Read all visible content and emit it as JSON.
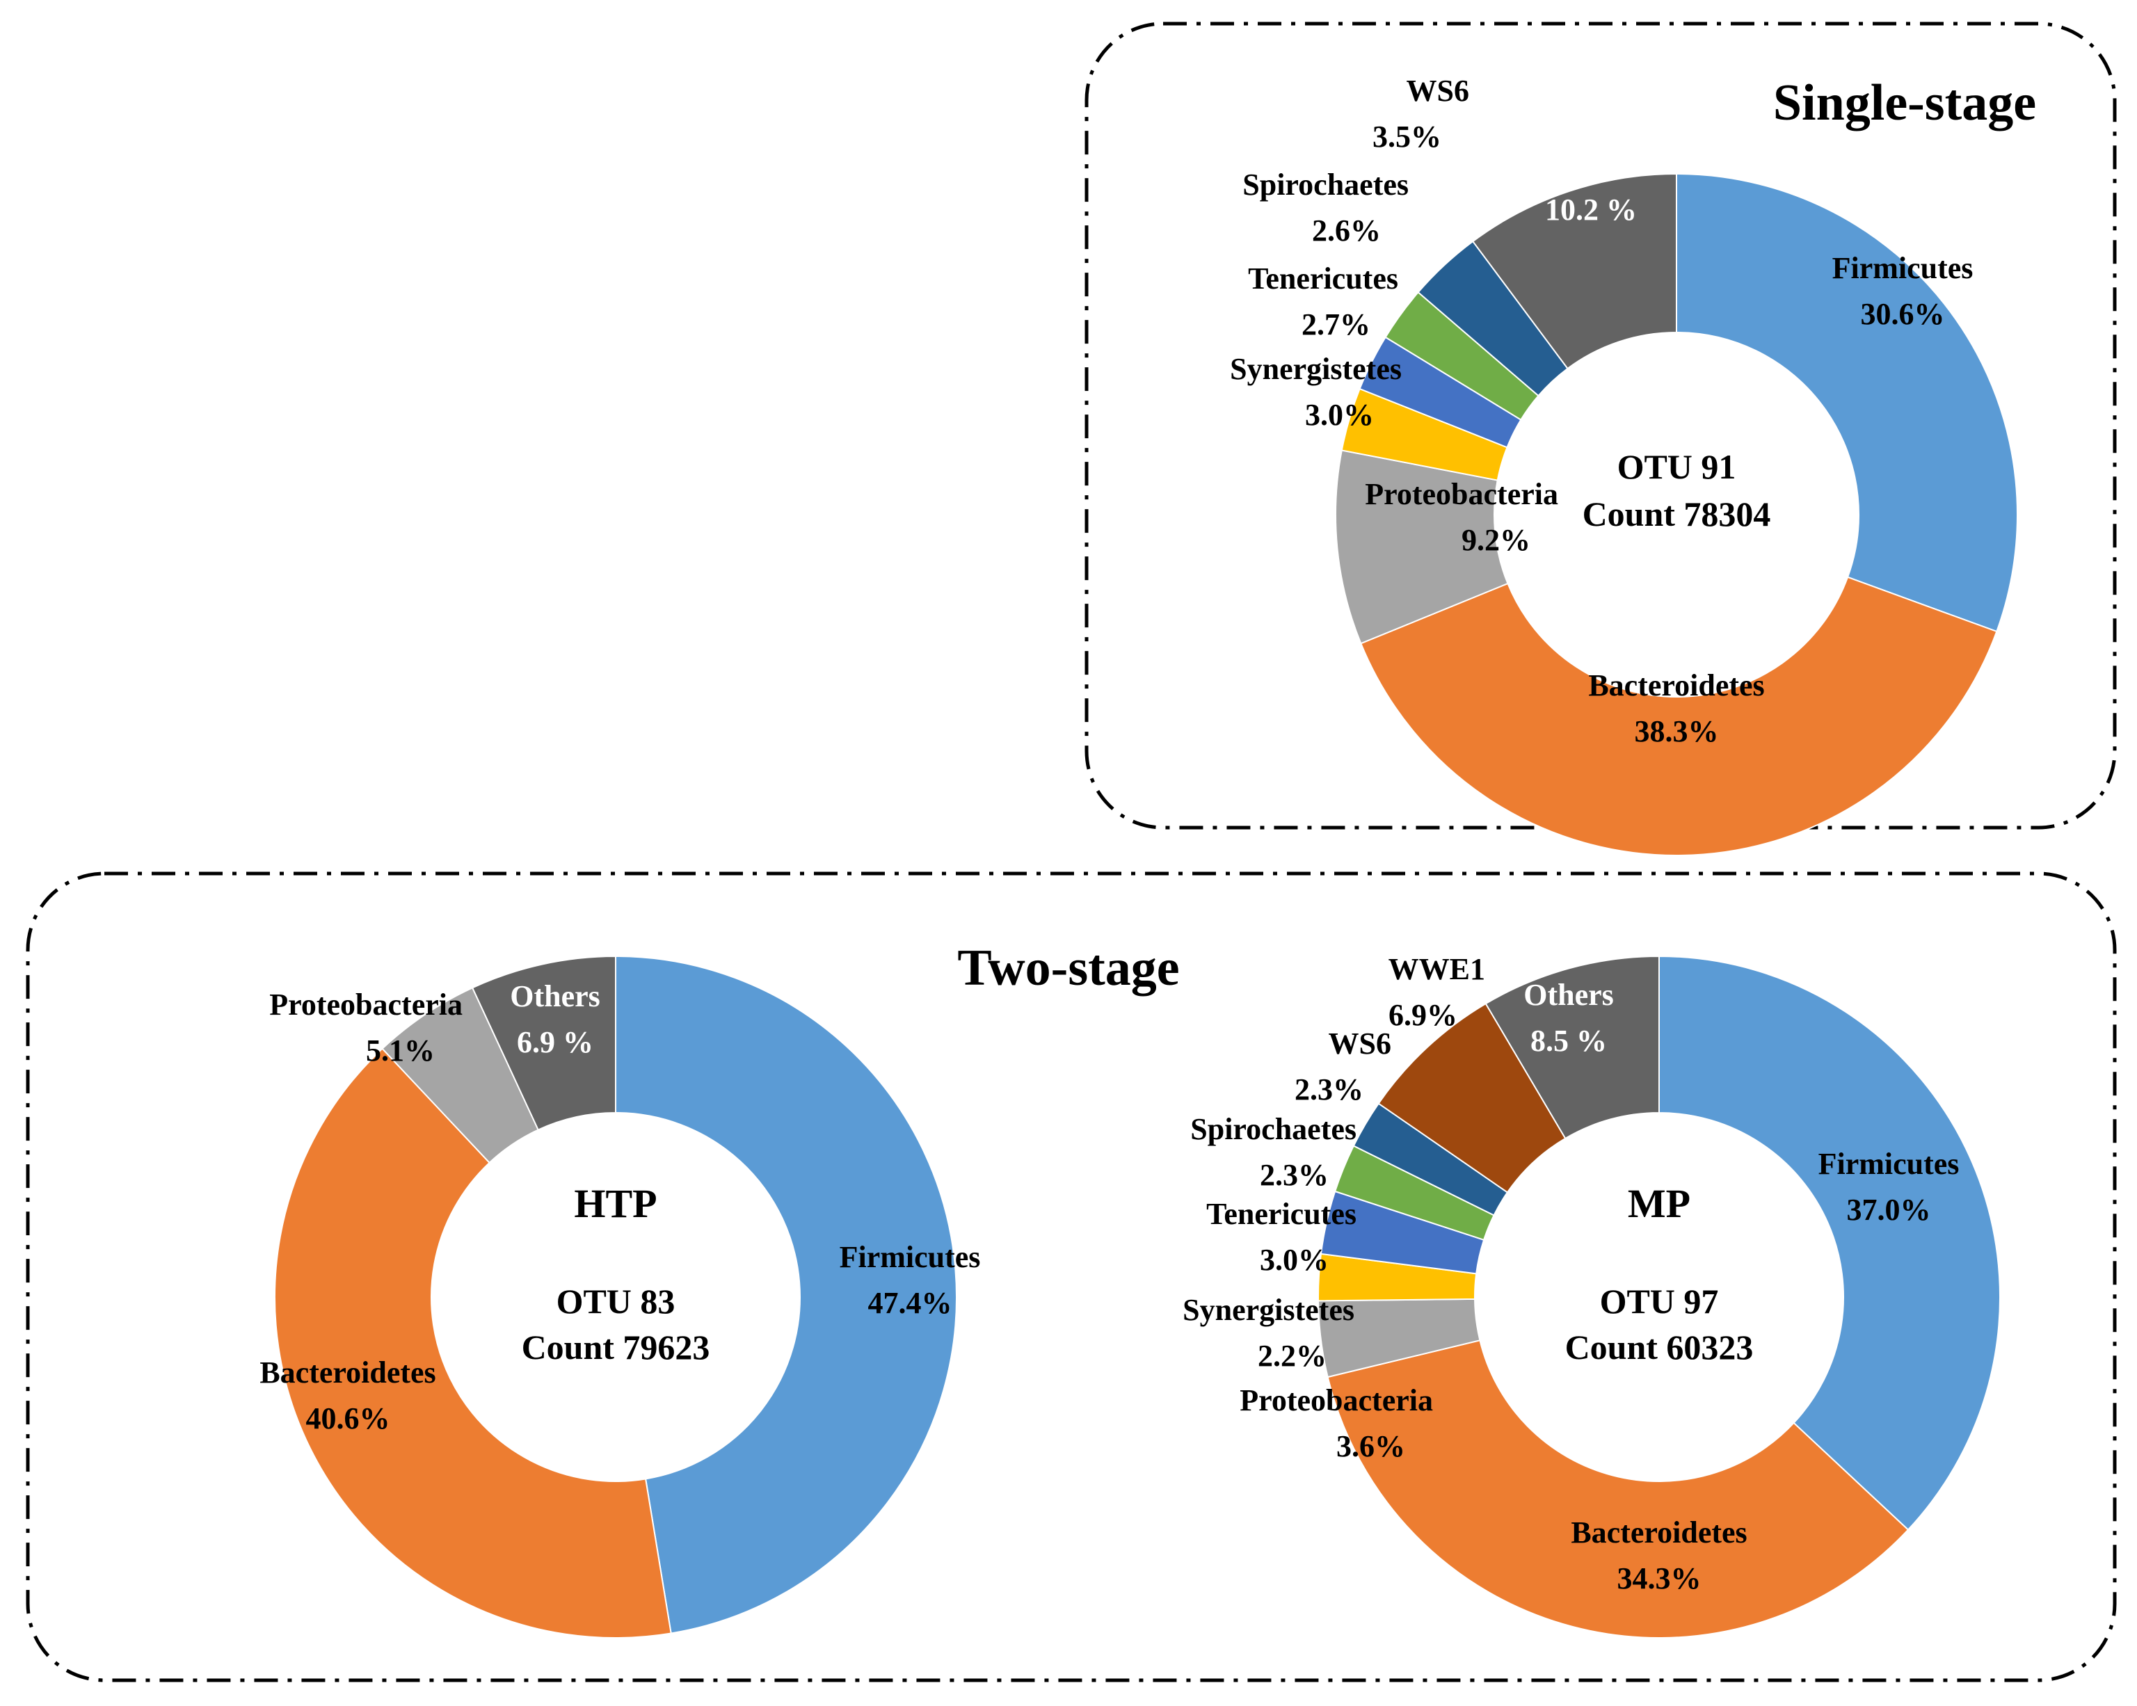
{
  "panels": {
    "single": {
      "title": "Single-stage"
    },
    "two": {
      "title": "Two-stage"
    }
  },
  "chart_data": [
    {
      "type": "pie",
      "style": "donut",
      "group": "Single-stage",
      "center_lines": [
        "OTU 91",
        "Count 78304"
      ],
      "slices": [
        {
          "label": "Firmicutes",
          "value": 30.6,
          "pct_label": "30.6%",
          "color": "#5B9BD5",
          "text_color": "#000000"
        },
        {
          "label": "Bacteroidetes",
          "value": 38.3,
          "pct_label": "38.3%",
          "color": "#ED7D31",
          "text_color": "#000000"
        },
        {
          "label": "Proteobacteria",
          "value": 9.2,
          "pct_label": "9.2%",
          "color": "#A5A5A5",
          "text_color": "#000000"
        },
        {
          "label": "Synergistetes",
          "value": 3.0,
          "pct_label": "3.0%",
          "color": "#FFC000",
          "text_color": "#000000"
        },
        {
          "label": "Tenericutes",
          "value": 2.7,
          "pct_label": "2.7%",
          "color": "#4472C4",
          "text_color": "#000000"
        },
        {
          "label": "Spirochaetes",
          "value": 2.6,
          "pct_label": "2.6%",
          "color": "#70AD47",
          "text_color": "#000000"
        },
        {
          "label": "WS6",
          "value": 3.5,
          "pct_label": "3.5%",
          "color": "#255E91",
          "text_color": "#000000"
        },
        {
          "label": "Others",
          "value": 10.2,
          "pct_label": "10.2 %",
          "color": "#636363",
          "text_color": "#FFFFFF"
        }
      ]
    },
    {
      "type": "pie",
      "style": "donut",
      "group": "Two-stage",
      "center_lines": [
        "HTP",
        "OTU 83",
        "Count 79623"
      ],
      "slices": [
        {
          "label": "Firmicutes",
          "value": 47.4,
          "pct_label": "47.4%",
          "color": "#5B9BD5",
          "text_color": "#000000"
        },
        {
          "label": "Bacteroidetes",
          "value": 40.6,
          "pct_label": "40.6%",
          "color": "#ED7D31",
          "text_color": "#000000"
        },
        {
          "label": "Proteobacteria",
          "value": 5.1,
          "pct_label": "5.1%",
          "color": "#A5A5A5",
          "text_color": "#000000"
        },
        {
          "label": "Others",
          "value": 6.9,
          "pct_label": "6.9 %",
          "color": "#636363",
          "text_color": "#FFFFFF"
        }
      ]
    },
    {
      "type": "pie",
      "style": "donut",
      "group": "Two-stage",
      "center_lines": [
        "MP",
        "OTU 97",
        "Count 60323"
      ],
      "slices": [
        {
          "label": "Firmicutes",
          "value": 37.0,
          "pct_label": "37.0%",
          "color": "#5B9BD5",
          "text_color": "#000000"
        },
        {
          "label": "Bacteroidetes",
          "value": 34.3,
          "pct_label": "34.3%",
          "color": "#ED7D31",
          "text_color": "#000000"
        },
        {
          "label": "Proteobacteria",
          "value": 3.6,
          "pct_label": "3.6%",
          "color": "#A5A5A5",
          "text_color": "#000000"
        },
        {
          "label": "Synergistetes",
          "value": 2.2,
          "pct_label": "2.2%",
          "color": "#FFC000",
          "text_color": "#000000"
        },
        {
          "label": "Tenericutes",
          "value": 3.0,
          "pct_label": "3.0%",
          "color": "#4472C4",
          "text_color": "#000000"
        },
        {
          "label": "Spirochaetes",
          "value": 2.3,
          "pct_label": "2.3%",
          "color": "#70AD47",
          "text_color": "#000000"
        },
        {
          "label": "WS6",
          "value": 2.3,
          "pct_label": "2.3%",
          "color": "#255E91",
          "text_color": "#000000"
        },
        {
          "label": "WWE1",
          "value": 6.9,
          "pct_label": "6.9%",
          "color": "#9E480E",
          "text_color": "#000000"
        },
        {
          "label": "Others",
          "value": 8.5,
          "pct_label": "8.5 %",
          "color": "#636363",
          "text_color": "#FFFFFF"
        }
      ]
    }
  ]
}
